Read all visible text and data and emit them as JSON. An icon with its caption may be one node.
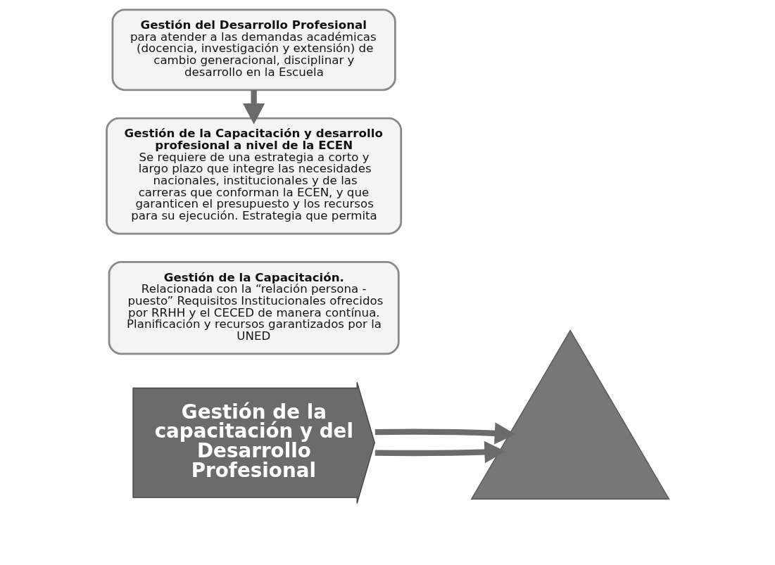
{
  "diagram": {
    "nodes": [
      {
        "text": [
          "Gestión de la capacitación y del Desarrollo Profesional"
        ]
      },
      {
        "text": [],
        "shape": "triangle"
      },
      {
        "text": [
          "Gestión de la Capacitación.",
          "Relacionada con la “relación persona - puesto” Requisitos Institucionales ofrecidos por RRHH y el CECED de manera contínua. Planificación y recursos garantizados por la UNED"
        ]
      },
      {
        "text": [
          "Gestión del Desarrollo Profesional",
          "para atender a las demandas académicas (docencia, investigación y extensión) de cambio generacional, disciplinar y desarrollo en la Escuela"
        ]
      },
      {
        "text": [
          "Gestión de la Capacitación y desarrollo profesional a nivel de la ECEN",
          "Se requiere de una estrategia a corto y largo plazo que integre las necesidades nacionales, institucionales y de las carreras que conforman la ECEN, y que garanticen el presupuesto y los recursos para su ejecución. Estrategia que permita"
        ]
      }
    ],
    "edges": [
      {
        "from": 0,
        "to": 1,
        "arrow": "to"
      },
      {
        "from": 0,
        "to": 1,
        "arrow": "to"
      },
      {
        "from": 3,
        "to": 4,
        "arrow": "to"
      }
    ]
  }
}
